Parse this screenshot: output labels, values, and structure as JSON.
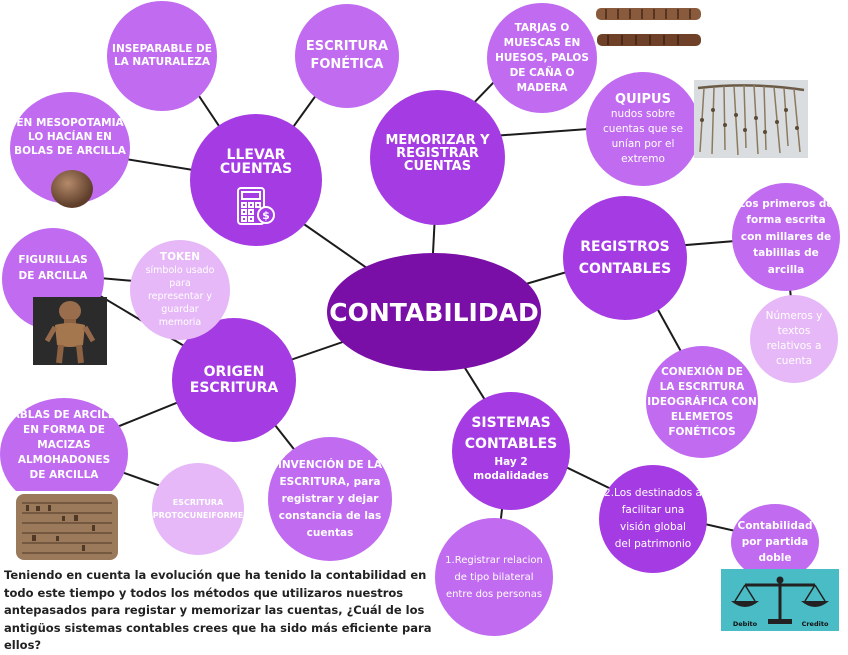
{
  "center": {
    "label": "CONTABILIDAD"
  },
  "branches": {
    "llevar_cuentas": "LLEVAR\nCUENTAS",
    "memorizar": "MEMORIZAR Y\nREGISTRAR\nCUENTAS",
    "registros": "REGISTROS\nCONTABLES",
    "sistemas": "SISTEMAS\nCONTABLES",
    "sistemas_sub": "Hay 2\nmodalidades",
    "origen": "ORIGEN\nESCRITURA"
  },
  "nodes": {
    "inseparable": "INSEPARABLE DE\nLA NATURALEZA",
    "escritura_fonetica": "ESCRITURA\nFONÉTICA",
    "mesopotamia": "EN MESOPOTAMIA\nLO HACÍAN EN\nBOLAS DE ARCILLA",
    "tarjas": "TARJAS O\nMUESCAS EN\nHUESOS, PALOS\nDE CAÑA O\nMADERA",
    "quipus_title": "QUIPUS",
    "quipus_text": "nudos sobre\ncuentas que se\nunían por el\nextremo",
    "primeros": "Los primeros de\nforma escrita\ncon millares de\ntablillas de\narcilla",
    "numeros": "Números y\ntextos\nrelativos a\ncuenta",
    "conexion": "CONEXIÓN DE\nLA ESCRITURA\nIDEOGRÁFICA CON\nELEMETOS\nFONÉTICOS",
    "figurillas": "FIGURILLAS\nDE ARCILLA",
    "token_title": "TOKEN",
    "token_text": "símbolo usado\npara\nrepresentar y\nguardar\nmemoria",
    "tablas": "TABLAS DE ARCILLA\nEN FORMA DE MACIZAS\nALMOHADONES\nDE ARCILLA",
    "protocuneiforme": "ESCRITURA\nPROTOCUNEIFORME",
    "invencion": "INVENCIÓN DE LA\nESCRITURA, para\nregistrar y dejar\nconstancia de las\ncuentas",
    "destinados": "2.Los destinados a\nfacilitar una\nvisión global\ndel patrimonio",
    "partida_doble": "Contabilidad\npor partida\ndoble",
    "bilateral": "1.Registrar relacion\nde tipo bilateral\nentre dos personas"
  },
  "question": "Teniendo en cuenta la evolución que ha tenido la contabilidad en todo este tiempo y todos los métodos que utilizaros nuestros antepasados para registar y memorizar las cuentas, ¿Cuál de los antigüos sistemas contables crees que ha sido más eficiente para ellos?",
  "scale_labels": {
    "left": "Debito",
    "right": "Credito"
  },
  "colors": {
    "dark": "#7a0fa8",
    "mid": "#a53ce3",
    "light": "#c06bf0",
    "pale": "#e6b8f7",
    "teal": "#49bcc6"
  }
}
